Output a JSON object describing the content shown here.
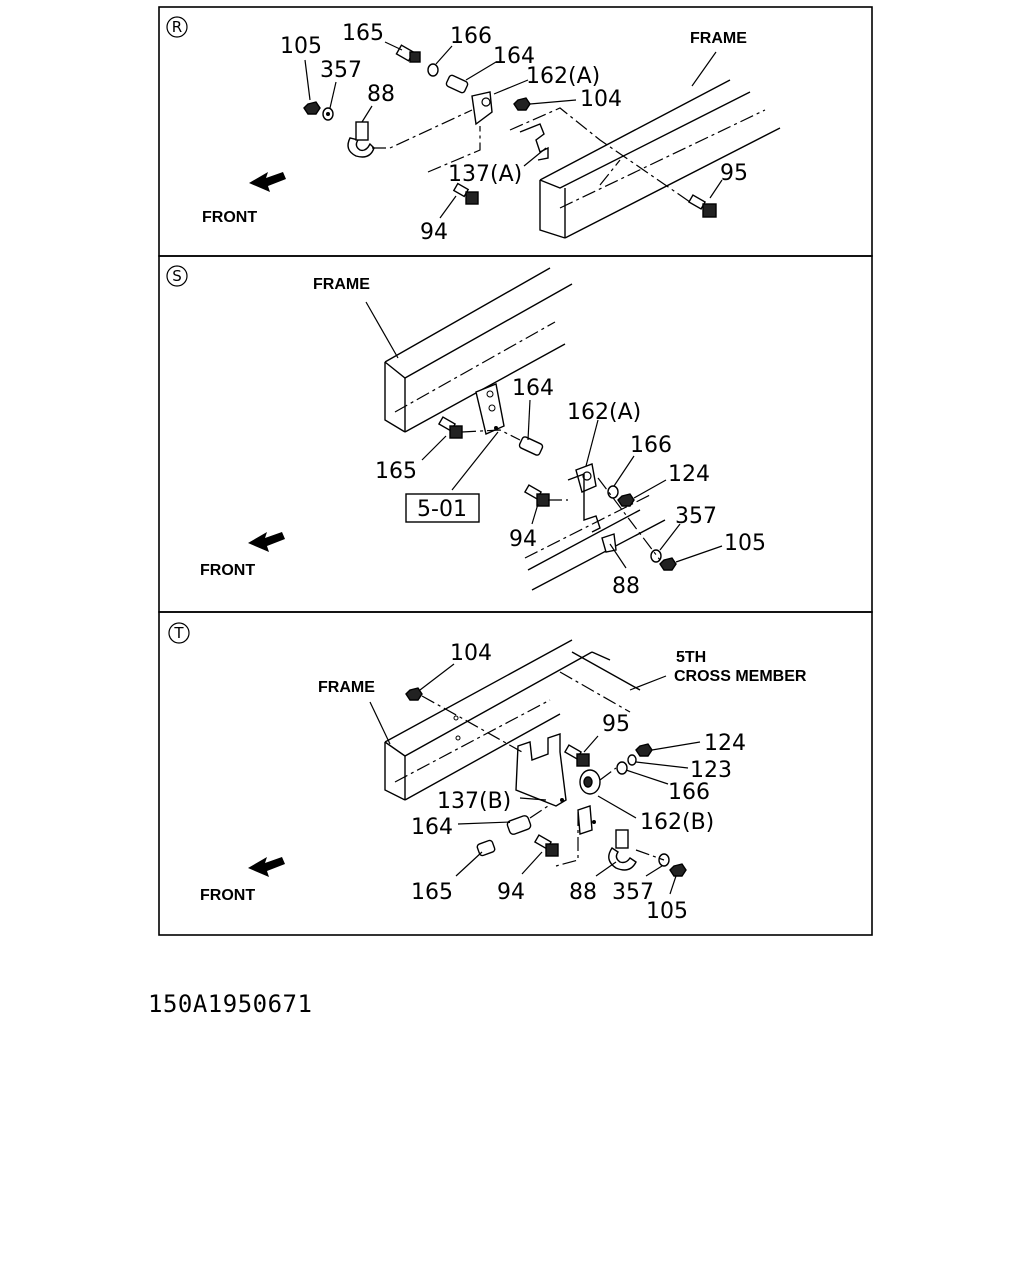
{
  "panels": {
    "R": {
      "marker": "R",
      "frame_label": "FRAME",
      "front_label": "FRONT",
      "callouts": {
        "c105": "105",
        "c165": "165",
        "c166": "166",
        "c357": "357",
        "c164": "164",
        "c88": "88",
        "c162a": "162(A)",
        "c104": "104",
        "c137a": "137(A)",
        "c95": "95",
        "c94": "94"
      }
    },
    "S": {
      "marker": "S",
      "frame_label": "FRAME",
      "front_label": "FRONT",
      "reference_box": "5-01",
      "callouts": {
        "c164": "164",
        "c162a": "162(A)",
        "c166": "166",
        "c124": "124",
        "c165": "165",
        "c357": "357",
        "c94": "94",
        "c105": "105",
        "c88": "88"
      }
    },
    "T": {
      "marker": "T",
      "frame_label": "FRAME",
      "front_label": "FRONT",
      "cross_member_label_1": "5TH",
      "cross_member_label_2": "CROSS MEMBER",
      "callouts": {
        "c104": "104",
        "c95": "95",
        "c124": "124",
        "c123": "123",
        "c137b": "137(B)",
        "c166": "166",
        "c164": "164",
        "c162b": "162(B)",
        "c165": "165",
        "c94": "94",
        "c88": "88",
        "c357": "357",
        "c105": "105"
      }
    }
  },
  "document_code": "150A1950671"
}
